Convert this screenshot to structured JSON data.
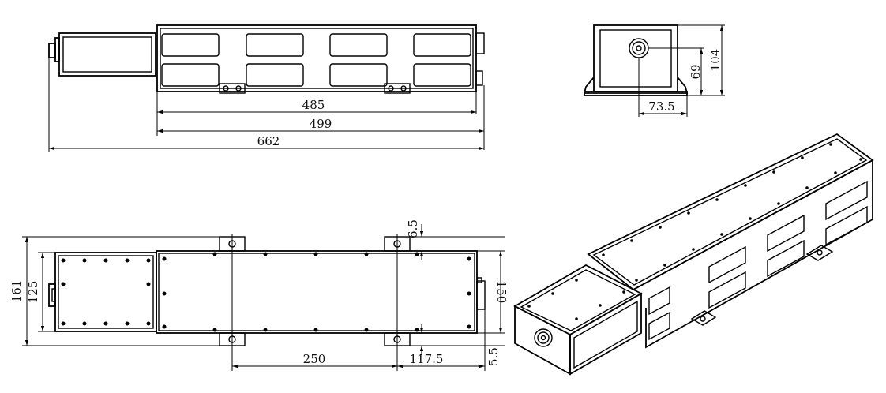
{
  "dimensions": {
    "front_485": "485",
    "front_499": "499",
    "front_662": "662",
    "end_69": "69",
    "end_104": "104",
    "end_73_5": "73.5",
    "top_6_5": "6.5",
    "top_161": "161",
    "top_125": "125",
    "top_150": "150",
    "top_250": "250",
    "top_117_5": "117.5",
    "top_5_5": "5.5"
  }
}
